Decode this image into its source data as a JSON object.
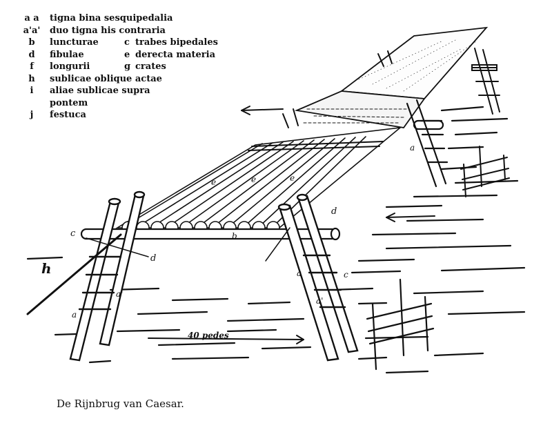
{
  "legend": [
    {
      "key": "a a",
      "text": "tigna bina sesquipedalia"
    },
    {
      "key": "a'a'",
      "text": "duo tigna his contraria"
    },
    {
      "key": "b",
      "text": "luncturae",
      "key2": "c",
      "text2": "trabes bipedales"
    },
    {
      "key": "d",
      "text": "fibulae",
      "key2": "e",
      "text2": "derecta materia"
    },
    {
      "key": "f",
      "text": "longurii",
      "key2": "g",
      "text2": "crates"
    },
    {
      "key": "h",
      "text": "sublicae oblique actae"
    },
    {
      "key": "i",
      "text": "aliae sublicae supra"
    },
    {
      "key": "",
      "text": "pontem"
    },
    {
      "key": "j",
      "text": "festuca"
    }
  ],
  "labels": {
    "h": "h",
    "c": "c",
    "d": "d",
    "d2": "d",
    "a": "a",
    "a2": "a'",
    "a3": "a'",
    "a4": "a",
    "a5": "a",
    "e1": "e",
    "e2": "e",
    "e3": "e",
    "b": "b",
    "c2": "c",
    "distance": "40 pedes"
  },
  "caption": "De Rijnbrug van Caesar."
}
